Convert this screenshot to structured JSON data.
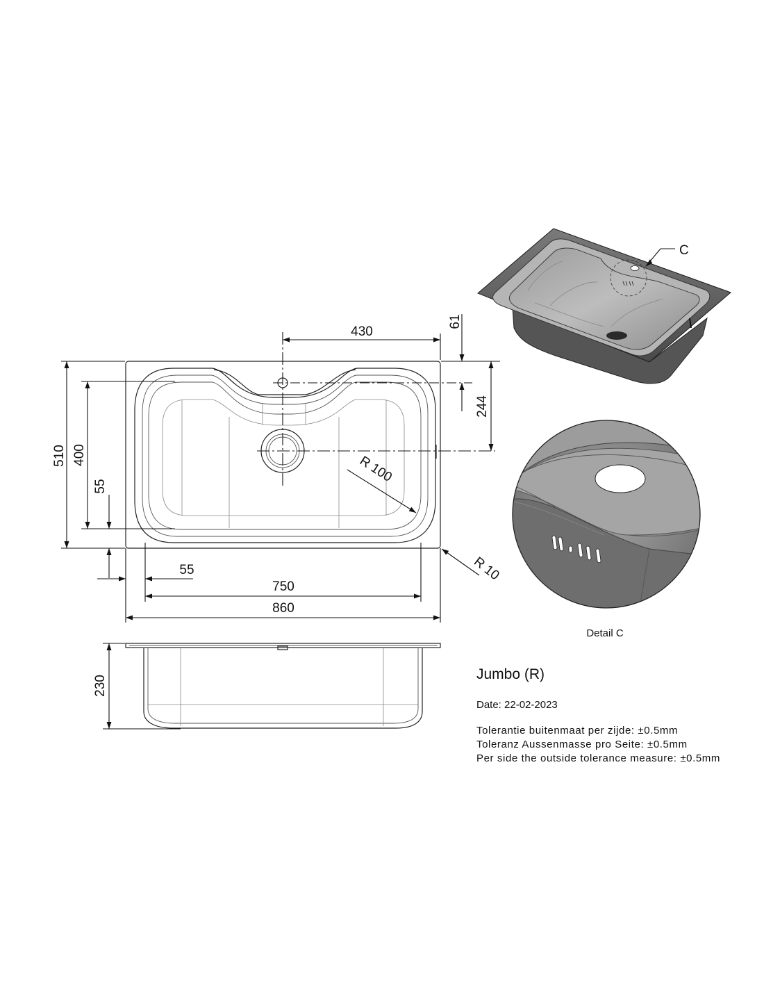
{
  "top_view": {
    "dims": {
      "tap_offset": "430",
      "tap_edge": "61",
      "waste_edge": "244",
      "overall_depth": "510",
      "bowl_depth": "400",
      "front_margin": "55",
      "side_margin": "55",
      "bowl_width": "750",
      "overall_width": "860",
      "bowl_radius": "R 100",
      "corner_radius": "R 10"
    }
  },
  "side_view": {
    "dims": {
      "height": "230"
    }
  },
  "iso_view": {
    "callout": "C"
  },
  "detail": {
    "caption": "Detail C"
  },
  "info": {
    "title": "Jumbo (R)",
    "date": "Date: 22-02-2023",
    "tol_nl": "Tolerantie buitenmaat per zijde: ±0.5mm",
    "tol_de": "Toleranz Aussenmasse pro Seite: ±0.5mm",
    "tol_en": "Per side the outside tolerance measure: ±0.5mm"
  },
  "colors": {
    "steel_dark": "#5e5e5e",
    "steel_mid": "#8a8a8a",
    "steel_light": "#c9c9c9"
  }
}
